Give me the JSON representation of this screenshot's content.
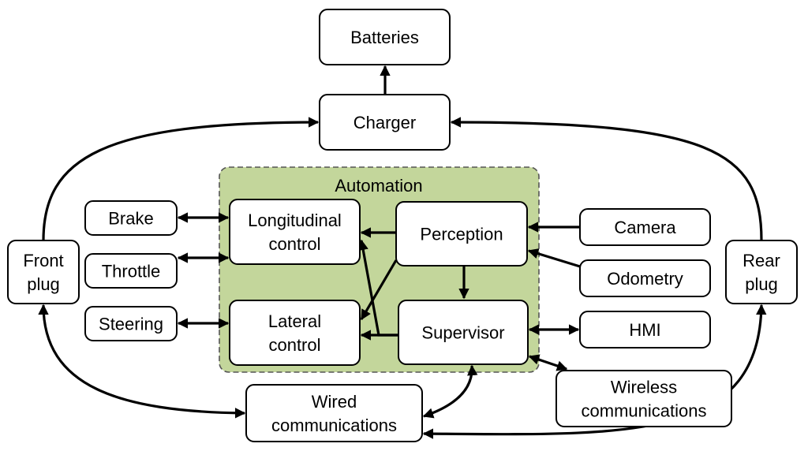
{
  "group": {
    "title": "Automation"
  },
  "nodes": {
    "batteries": {
      "lines": [
        "Batteries"
      ]
    },
    "charger": {
      "lines": [
        "Charger"
      ]
    },
    "front_plug": {
      "lines": [
        "Front",
        "plug"
      ]
    },
    "rear_plug": {
      "lines": [
        "Rear",
        "plug"
      ]
    },
    "brake": {
      "lines": [
        "Brake"
      ]
    },
    "throttle": {
      "lines": [
        "Throttle"
      ]
    },
    "steering": {
      "lines": [
        "Steering"
      ]
    },
    "longitudinal": {
      "lines": [
        "Longitudinal",
        "control"
      ]
    },
    "lateral": {
      "lines": [
        "Lateral",
        "control"
      ]
    },
    "perception": {
      "lines": [
        "Perception"
      ]
    },
    "supervisor": {
      "lines": [
        "Supervisor"
      ]
    },
    "camera": {
      "lines": [
        "Camera"
      ]
    },
    "odometry": {
      "lines": [
        "Odometry"
      ]
    },
    "hmi": {
      "lines": [
        "HMI"
      ]
    },
    "wireless": {
      "lines": [
        "Wireless",
        "communications"
      ]
    },
    "wired": {
      "lines": [
        "Wired",
        "communications"
      ]
    }
  },
  "edges": [
    {
      "from": "charger",
      "to": "batteries",
      "direction": "forward"
    },
    {
      "from": "front_plug",
      "to": "charger",
      "direction": "forward"
    },
    {
      "from": "rear_plug",
      "to": "charger",
      "direction": "forward"
    },
    {
      "from": "front_plug",
      "to": "wired",
      "direction": "both"
    },
    {
      "from": "wired",
      "to": "rear_plug",
      "direction": "both"
    },
    {
      "from": "wired",
      "to": "supervisor",
      "direction": "both"
    },
    {
      "from": "wireless",
      "to": "supervisor",
      "direction": "both"
    },
    {
      "from": "brake",
      "to": "longitudinal",
      "direction": "both"
    },
    {
      "from": "throttle",
      "to": "longitudinal",
      "direction": "both"
    },
    {
      "from": "steering",
      "to": "lateral",
      "direction": "both"
    },
    {
      "from": "camera",
      "to": "perception",
      "direction": "forward"
    },
    {
      "from": "odometry",
      "to": "perception",
      "direction": "forward"
    },
    {
      "from": "hmi",
      "to": "supervisor",
      "direction": "both"
    },
    {
      "from": "perception",
      "to": "supervisor",
      "direction": "forward"
    },
    {
      "from": "perception",
      "to": "longitudinal",
      "direction": "forward"
    },
    {
      "from": "perception",
      "to": "lateral",
      "direction": "forward"
    },
    {
      "from": "supervisor",
      "to": "longitudinal",
      "direction": "forward"
    },
    {
      "from": "supervisor",
      "to": "lateral",
      "direction": "forward"
    }
  ]
}
